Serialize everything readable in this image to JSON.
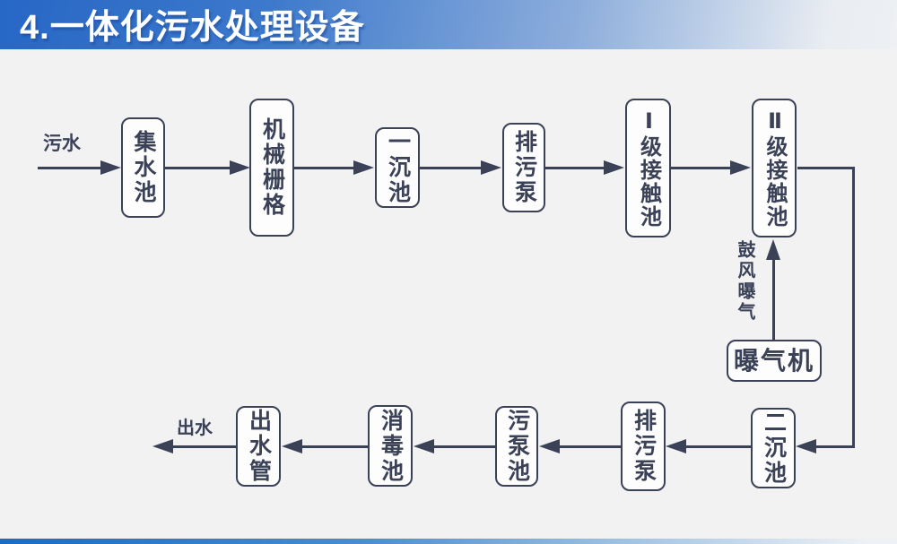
{
  "slide": {
    "title": "4.一体化污水处理设备",
    "colors": {
      "title_bar_left": "#2767c5",
      "title_bar_right": "#eef0f3",
      "ink": "#3b4257",
      "background": "#f2f2f3",
      "footer_accent": "#1d6cc0"
    }
  },
  "diagram": {
    "flow_labels": {
      "inlet": "污水",
      "outlet": "出水",
      "aeration": "鼓风曝气"
    },
    "nodes": [
      {
        "id": "collecting-tank",
        "label": "集水池"
      },
      {
        "id": "mechanical-grid",
        "label": "机械栅格"
      },
      {
        "id": "primary-sedimentation-tank",
        "label": "一沉池"
      },
      {
        "id": "sewage-pump-top",
        "label": "排污泵"
      },
      {
        "id": "stage1-contact-tank",
        "label": "Ⅰ级接触池"
      },
      {
        "id": "stage2-contact-tank",
        "label": "Ⅱ级接触池"
      },
      {
        "id": "aerator",
        "label": "曝气机"
      },
      {
        "id": "secondary-sedimentation-tank",
        "label": "二沉池"
      },
      {
        "id": "sewage-pump-bottom",
        "label": "排污泵"
      },
      {
        "id": "sludge-pump-tank",
        "label": "污泵池"
      },
      {
        "id": "disinfection-tank",
        "label": "消毒池"
      },
      {
        "id": "outlet-pipe",
        "label": "出水管"
      }
    ]
  }
}
